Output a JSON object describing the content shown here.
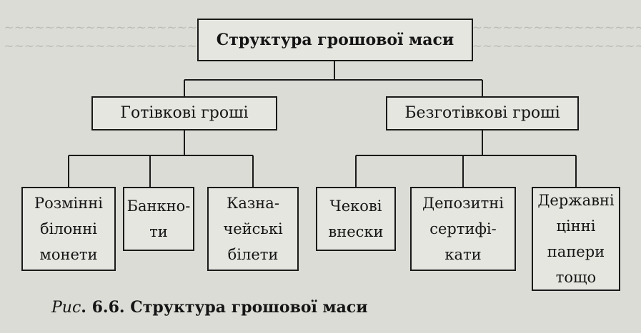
{
  "diagram": {
    "root": "Структура грошової маси",
    "branches": [
      {
        "label": "Готівкові гроші",
        "children": [
          "Розмінні\nбілонні\nмонети",
          "Банкно-\nти",
          "Казна-\nчейські\nбілети"
        ]
      },
      {
        "label": "Безготівкові гроші",
        "children": [
          "Чекові\nвнески",
          "Депозитні\nсертифі-\nкати",
          "Державні\nцінні\nпапери\nтощо"
        ]
      }
    ]
  },
  "caption": {
    "prefix": "Рис",
    "text": ". 6.6. Структура грошової маси"
  }
}
